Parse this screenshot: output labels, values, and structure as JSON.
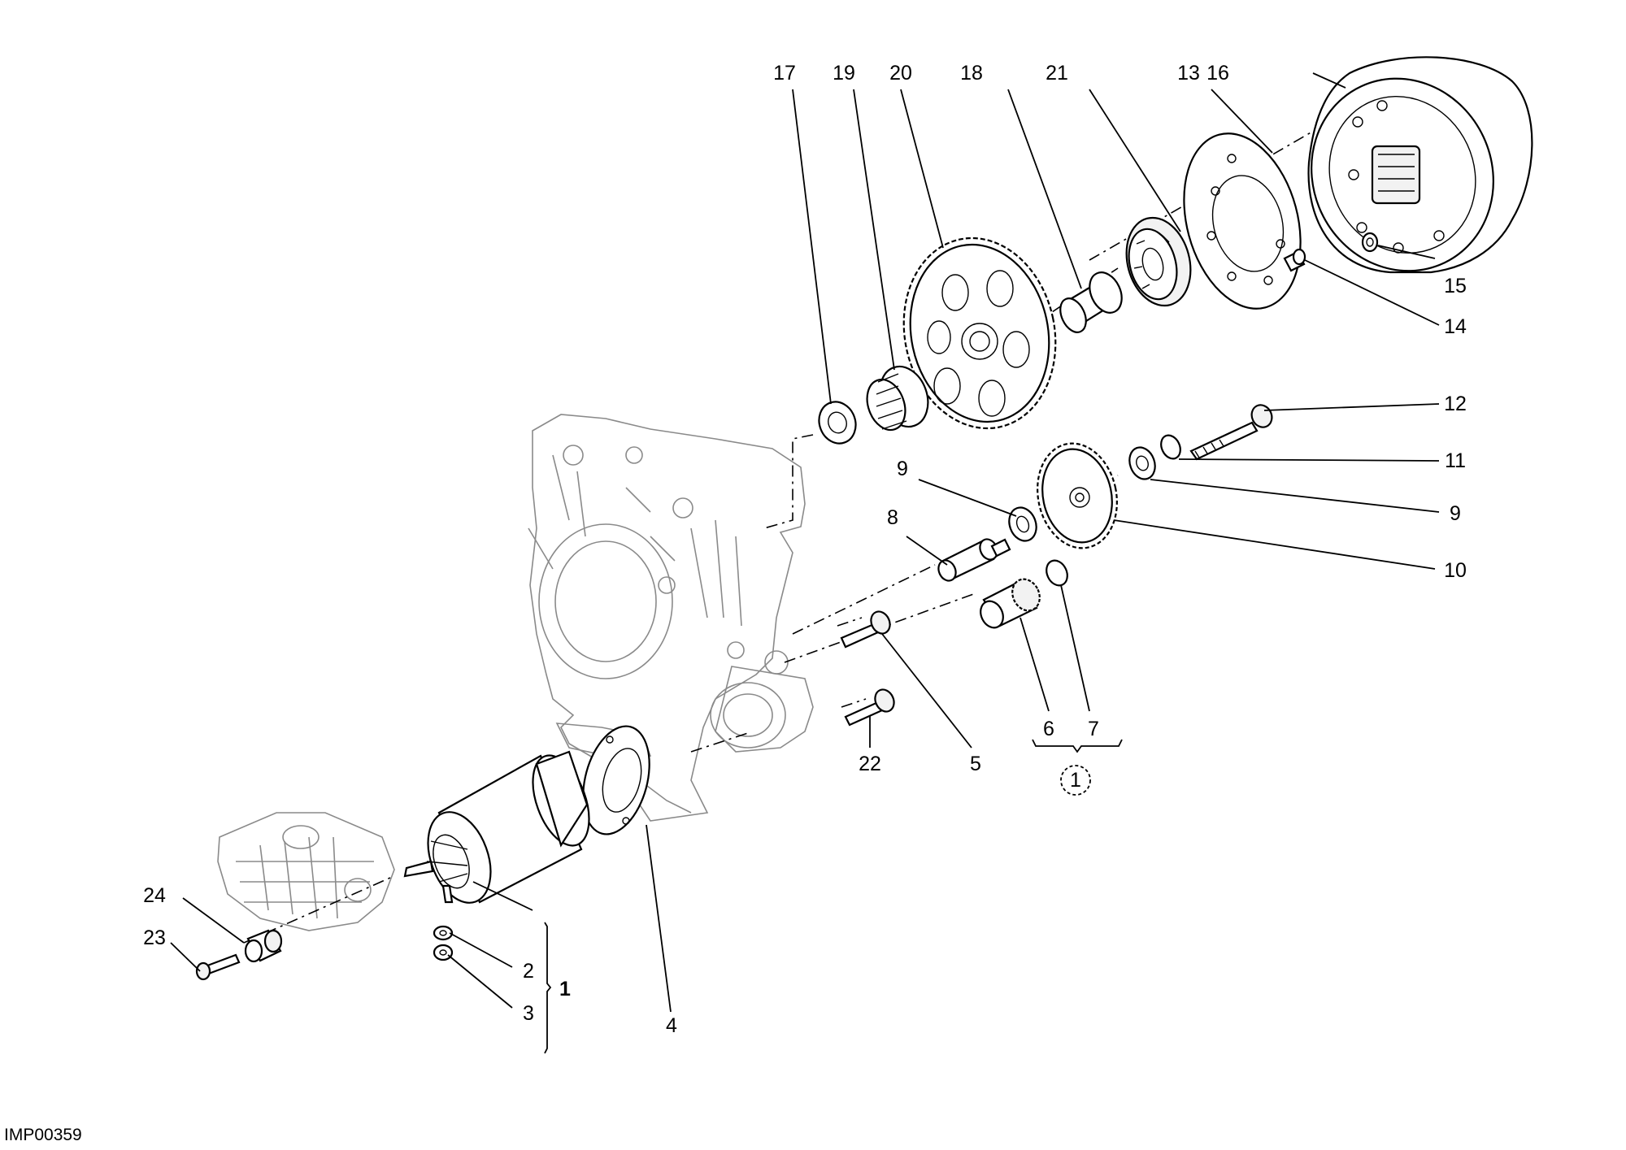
{
  "diagram": {
    "reference_code": "IMP00359",
    "callouts": {
      "c1": "1",
      "c2": "2",
      "c3": "3",
      "c4": "4",
      "c5": "5",
      "c6": "6",
      "c7": "7",
      "c8": "8",
      "c9a": "9",
      "c9b": "9",
      "c10": "10",
      "c11": "11",
      "c12": "12",
      "c13": "13",
      "c14": "14",
      "c15": "15",
      "c16": "16",
      "c17": "17",
      "c18": "18",
      "c19": "19",
      "c20": "20",
      "c21": "21",
      "c22": "22",
      "c23": "23",
      "c24": "24"
    },
    "kit_marker": "1"
  }
}
